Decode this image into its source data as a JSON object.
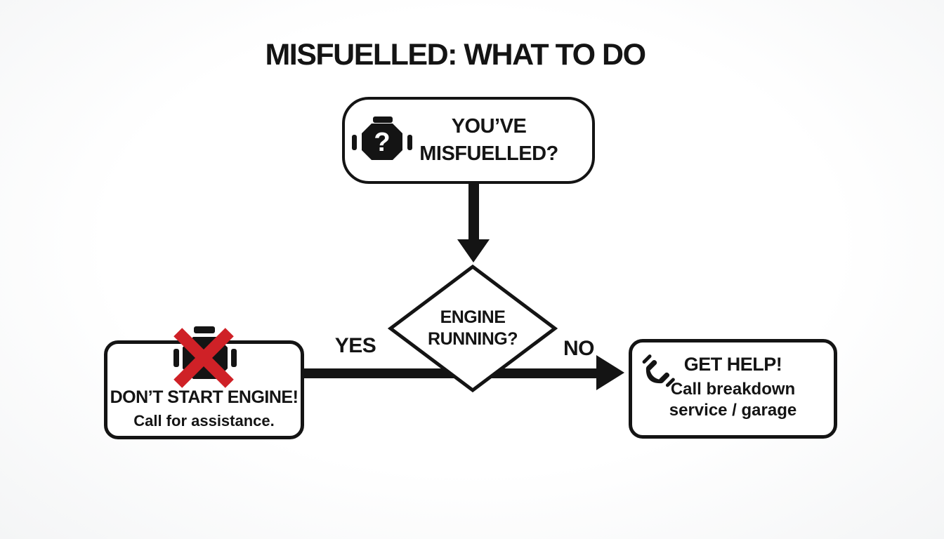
{
  "title": "MISFUELLED: WHAT TO DO",
  "flow": {
    "start": {
      "line1": "YOU’VE",
      "line2": "MISFUELLED?"
    },
    "decision": {
      "line1": "ENGINE",
      "line2": "RUNNING?"
    },
    "yes_label": "YES",
    "no_label": "NO",
    "dont_start": {
      "heading": "DON’T START ENGINE!",
      "note": "Call for assistance."
    },
    "get_help": {
      "heading": "GET HELP!",
      "note_line1": "Call breakdown",
      "note_line2": "service / garage"
    }
  },
  "icons": {
    "start": "engine-warning-icon",
    "dont_start": "engine-crossed-icon",
    "get_help": "phone-icon",
    "question_glyph": "?"
  },
  "colors": {
    "ink": "#141414",
    "node_fill": "#ffffff",
    "cross_red": "#cf2127",
    "background": "#fbfcfc"
  }
}
